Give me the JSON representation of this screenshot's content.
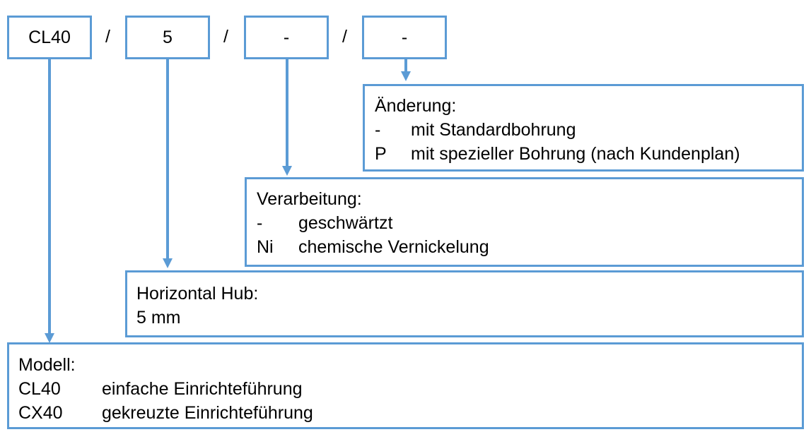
{
  "code_fields": [
    "CL40",
    "5",
    "-",
    "-"
  ],
  "separator": "/",
  "colors": {
    "accent": "#5b9bd5",
    "text": "#000000",
    "background": "#ffffff"
  },
  "aenderung": {
    "title": "Änderung:",
    "options": [
      {
        "code": "-",
        "text": "mit Standardbohrung"
      },
      {
        "code": "P",
        "text": "mit spezieller Bohrung (nach Kundenplan)"
      }
    ]
  },
  "verarbeitung": {
    "title": "Verarbeitung:",
    "options": [
      {
        "code": "-",
        "text": "geschwärtzt"
      },
      {
        "code": "Ni",
        "text": "chemische Vernickelung"
      }
    ]
  },
  "hub": {
    "title": "Horizontal Hub:",
    "value": "5 mm"
  },
  "modell": {
    "title": "Modell:",
    "options": [
      {
        "code": "CL40",
        "text": "einfache Einrichteführung"
      },
      {
        "code": "CX40",
        "text": "gekreuzte Einrichteführung"
      }
    ]
  }
}
